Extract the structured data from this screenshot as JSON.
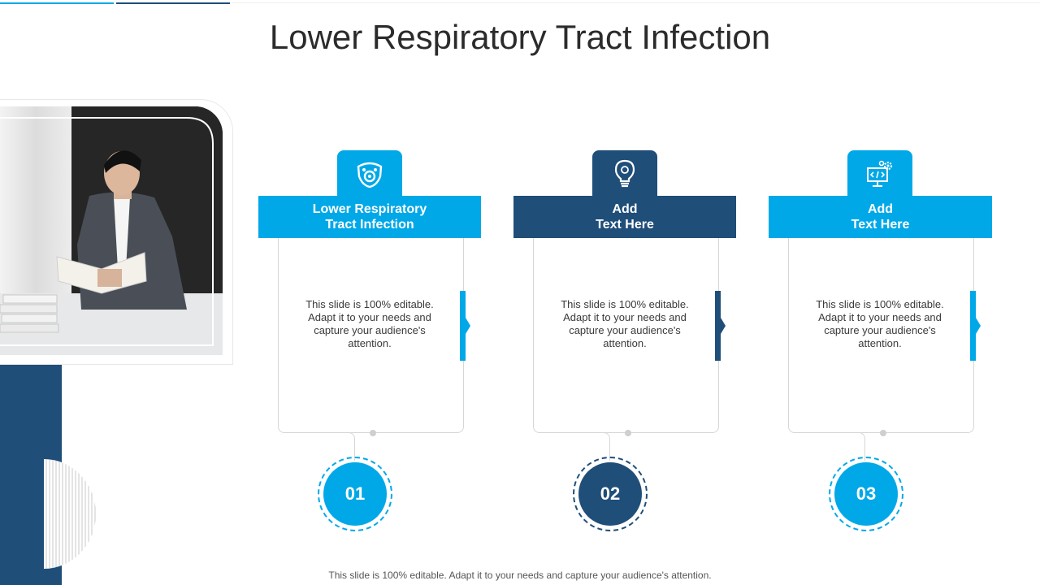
{
  "title": "Lower Respiratory Tract Infection",
  "colors": {
    "light_blue": "#00a8e8",
    "dark_blue": "#1f4e79",
    "navy_bar": "#1f4e79"
  },
  "cards": [
    {
      "number": "01",
      "header": "Lower Respiratory\nTract Infection",
      "description": "This slide is 100% editable. Adapt it to your needs and capture your audience's attention.",
      "icon": "gas-mask-icon",
      "color": "#00a8e8"
    },
    {
      "number": "02",
      "header": "Add\nText Here",
      "description": "This slide is 100% editable. Adapt it to your needs and capture your audience's attention.",
      "icon": "lightbulb-icon",
      "color": "#1f4e79"
    },
    {
      "number": "03",
      "header": "Add\nText Here",
      "description": "This slide is 100% editable. Adapt it to your needs and capture your audience's attention.",
      "icon": "code-monitor-gear-icon",
      "color": "#00a8e8"
    }
  ],
  "footer": "This slide is 100% editable. Adapt it to your needs and capture your audience's attention."
}
